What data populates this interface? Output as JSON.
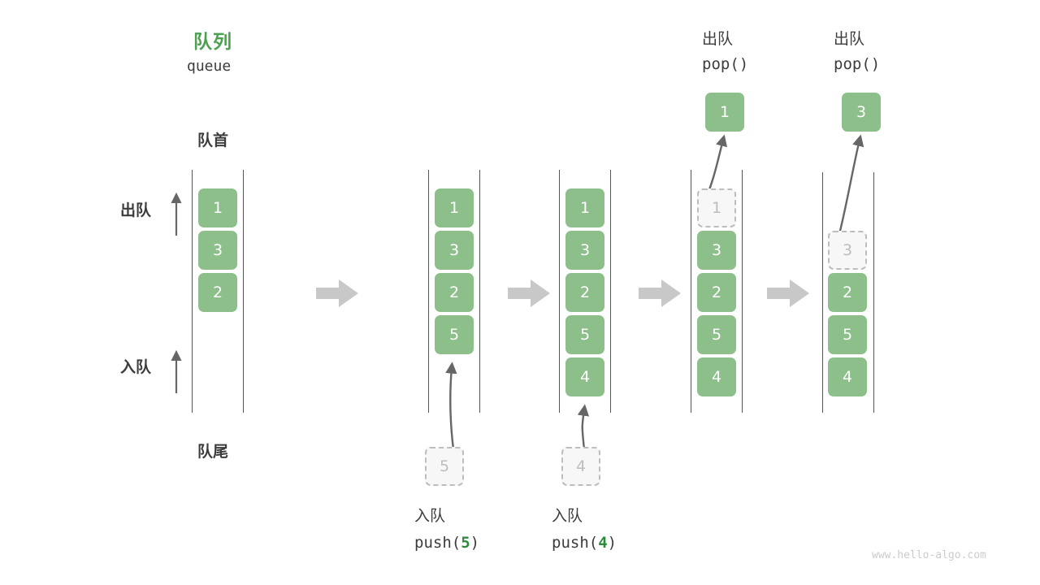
{
  "diagram": {
    "title_cn": "队列",
    "title_en": "queue",
    "front_label": "队首",
    "rear_label": "队尾",
    "dequeue_label": "出队",
    "enqueue_label": "入队",
    "watermark": "www.hello-algo.com",
    "accent_green": "#4ca050",
    "cell_green": "#8cbf8a",
    "ghost_gray": "#bdbdbd",
    "arrow_gray": "#c8c8c8",
    "rail_gray": "#555555"
  },
  "columns": [
    {
      "id": "initial",
      "cells": [
        "1",
        "3",
        "2"
      ],
      "ghost_index": -1,
      "op_cn": "",
      "op_code": "",
      "incoming_value": "",
      "popped_value": ""
    },
    {
      "id": "push-5",
      "cells": [
        "1",
        "3",
        "2",
        "5"
      ],
      "ghost_index": -1,
      "op_cn": "入队",
      "op_code_prefix": "push(",
      "op_code_value": "5",
      "op_code_suffix": ")",
      "incoming_value": "5",
      "popped_value": ""
    },
    {
      "id": "push-4",
      "cells": [
        "1",
        "3",
        "2",
        "5",
        "4"
      ],
      "ghost_index": -1,
      "op_cn": "入队",
      "op_code_prefix": "push(",
      "op_code_value": "4",
      "op_code_suffix": ")",
      "incoming_value": "4",
      "popped_value": ""
    },
    {
      "id": "pop-1",
      "cells": [
        "1",
        "3",
        "2",
        "5",
        "4"
      ],
      "ghost_index": 0,
      "op_cn": "出队",
      "op_code_prefix": "pop(",
      "op_code_value": "",
      "op_code_suffix": ")",
      "incoming_value": "",
      "popped_value": "1"
    },
    {
      "id": "pop-3",
      "cells": [
        "3",
        "2",
        "5",
        "4"
      ],
      "ghost_index": 0,
      "op_cn": "出队",
      "op_code_prefix": "pop(",
      "op_code_value": "",
      "op_code_suffix": ")",
      "incoming_value": "",
      "popped_value": "3"
    }
  ],
  "transitions": [
    "arrow-1",
    "arrow-2",
    "arrow-3",
    "arrow-4"
  ]
}
